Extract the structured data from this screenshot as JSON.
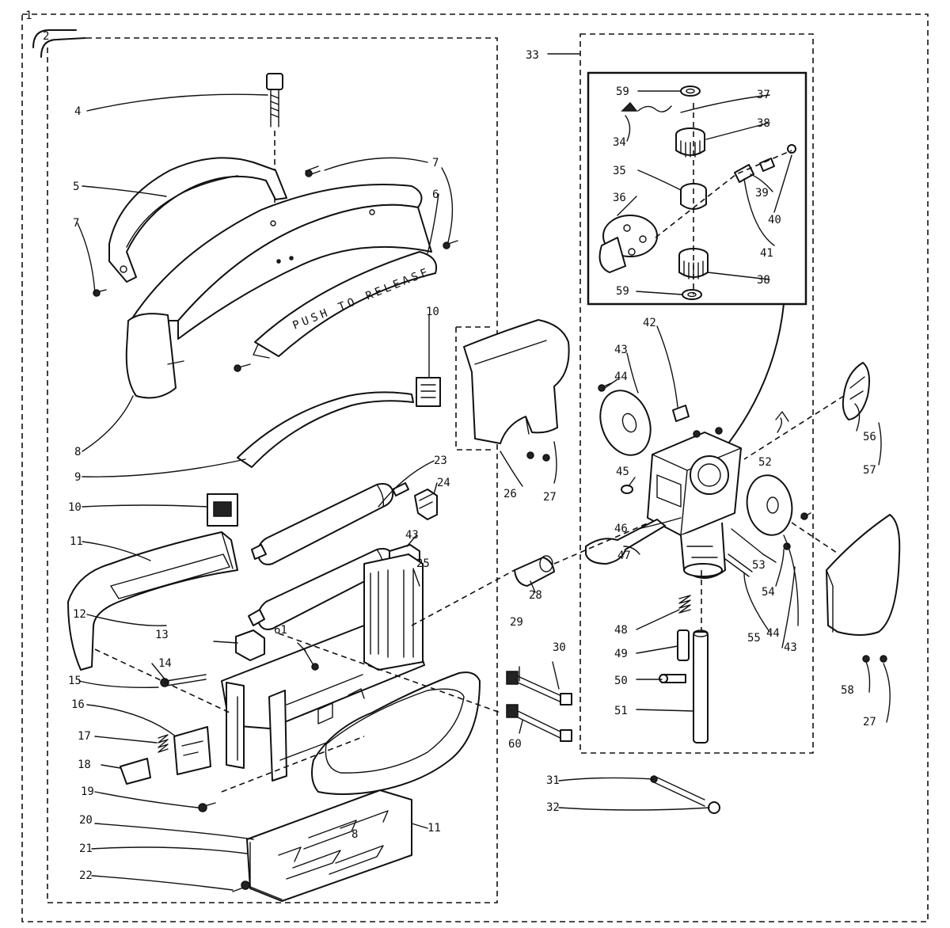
{
  "handle_imprint": "PUSH TO RELEASE",
  "callouts": [
    {
      "id": "c1",
      "text": "1"
    },
    {
      "id": "c2",
      "text": "2"
    },
    {
      "id": "c4",
      "text": "4"
    },
    {
      "id": "c5",
      "text": "5"
    },
    {
      "id": "c6",
      "text": "6"
    },
    {
      "id": "c7a",
      "text": "7"
    },
    {
      "id": "c7b",
      "text": "7"
    },
    {
      "id": "c8a",
      "text": "8"
    },
    {
      "id": "c8b",
      "text": "8"
    },
    {
      "id": "c9",
      "text": "9"
    },
    {
      "id": "c10a",
      "text": "10"
    },
    {
      "id": "c10b",
      "text": "10"
    },
    {
      "id": "c11a",
      "text": "11"
    },
    {
      "id": "c11b",
      "text": "11"
    },
    {
      "id": "c12",
      "text": "12"
    },
    {
      "id": "c13",
      "text": "13"
    },
    {
      "id": "c14",
      "text": "14"
    },
    {
      "id": "c15",
      "text": "15"
    },
    {
      "id": "c16",
      "text": "16"
    },
    {
      "id": "c17",
      "text": "17"
    },
    {
      "id": "c18",
      "text": "18"
    },
    {
      "id": "c19",
      "text": "19"
    },
    {
      "id": "c20",
      "text": "20"
    },
    {
      "id": "c21",
      "text": "21"
    },
    {
      "id": "c22",
      "text": "22"
    },
    {
      "id": "c23",
      "text": "23"
    },
    {
      "id": "c24",
      "text": "24"
    },
    {
      "id": "c25",
      "text": "25"
    },
    {
      "id": "c26",
      "text": "26"
    },
    {
      "id": "c27a",
      "text": "27"
    },
    {
      "id": "c27b",
      "text": "27"
    },
    {
      "id": "c28",
      "text": "28"
    },
    {
      "id": "c29",
      "text": "29"
    },
    {
      "id": "c30",
      "text": "30"
    },
    {
      "id": "c31",
      "text": "31"
    },
    {
      "id": "c32",
      "text": "32"
    },
    {
      "id": "c33",
      "text": "33"
    },
    {
      "id": "c34",
      "text": "34"
    },
    {
      "id": "c35",
      "text": "35"
    },
    {
      "id": "c36",
      "text": "36"
    },
    {
      "id": "c37",
      "text": "37"
    },
    {
      "id": "c38a",
      "text": "38"
    },
    {
      "id": "c38b",
      "text": "38"
    },
    {
      "id": "c39",
      "text": "39"
    },
    {
      "id": "c40",
      "text": "40"
    },
    {
      "id": "c41",
      "text": "41"
    },
    {
      "id": "c42",
      "text": "42"
    },
    {
      "id": "c43a",
      "text": "43"
    },
    {
      "id": "c43b",
      "text": "43"
    },
    {
      "id": "c43c",
      "text": "43"
    },
    {
      "id": "c44a",
      "text": "44"
    },
    {
      "id": "c44b",
      "text": "44"
    },
    {
      "id": "c45",
      "text": "45"
    },
    {
      "id": "c46",
      "text": "46"
    },
    {
      "id": "c47",
      "text": "47"
    },
    {
      "id": "c48",
      "text": "48"
    },
    {
      "id": "c49",
      "text": "49"
    },
    {
      "id": "c50",
      "text": "50"
    },
    {
      "id": "c51",
      "text": "51"
    },
    {
      "id": "c52",
      "text": "52"
    },
    {
      "id": "c53",
      "text": "53"
    },
    {
      "id": "c54",
      "text": "54"
    },
    {
      "id": "c55",
      "text": "55"
    },
    {
      "id": "c56",
      "text": "56"
    },
    {
      "id": "c57",
      "text": "57"
    },
    {
      "id": "c58",
      "text": "58"
    },
    {
      "id": "c59a",
      "text": "59"
    },
    {
      "id": "c59b",
      "text": "59"
    },
    {
      "id": "c60",
      "text": "60"
    },
    {
      "id": "c61",
      "text": "61"
    }
  ]
}
